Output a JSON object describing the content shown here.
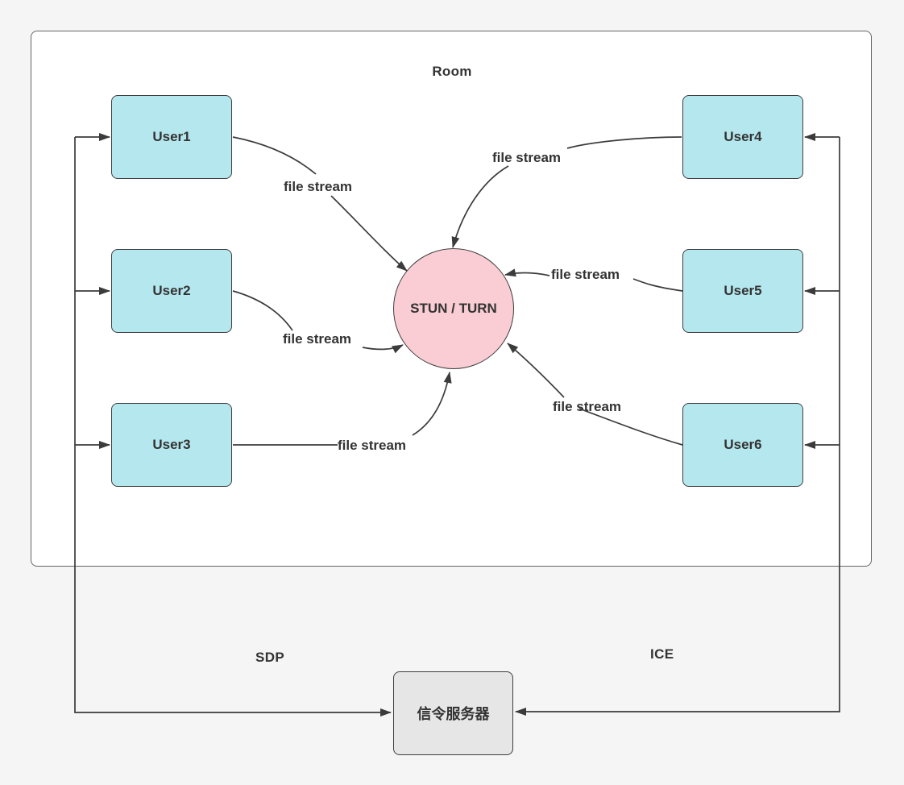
{
  "colors": {
    "background": "#F5F5F5",
    "canvas_fill": "#FFFFFF",
    "room_border": "#666666",
    "user_fill": "#B5E7EE",
    "hub_fill": "#F9CDD3",
    "server_fill": "#E6E6E6",
    "shape_border": "#3E3E3E",
    "line": "#3B3B3B",
    "text": "#333333"
  },
  "room": {
    "label": "Room"
  },
  "users": [
    {
      "label": "User1"
    },
    {
      "label": "User2"
    },
    {
      "label": "User3"
    },
    {
      "label": "User4"
    },
    {
      "label": "User5"
    },
    {
      "label": "User6"
    }
  ],
  "hub": {
    "label": "STUN / TURN"
  },
  "server": {
    "label": "信令服务器"
  },
  "edge_label": {
    "file_stream": "file stream"
  },
  "protocols": {
    "sdp": "SDP",
    "ice": "ICE"
  }
}
